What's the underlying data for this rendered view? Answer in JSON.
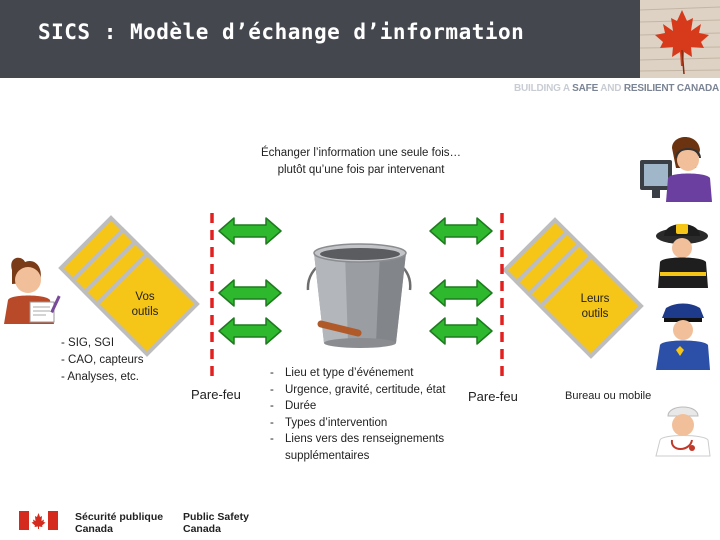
{
  "header": {
    "title": "SICS : Modèle d’échange d’information",
    "tagline_part1": "BUILDING A ",
    "tagline_part2": "SAFE",
    "tagline_part3": " AND ",
    "tagline_part4": "RESILIENT CANADA"
  },
  "caption": {
    "line1": "Échanger l’information une seule fois…",
    "line2": "plutôt qu’une fois par intervenant"
  },
  "left_tools": {
    "label_line1": "Vos",
    "label_line2": "outils",
    "items": [
      "- SIG, SGI",
      "- CAO, capteurs",
      "- Analyses, etc."
    ]
  },
  "right_tools": {
    "label_line1": "Leurs",
    "label_line2": "outils"
  },
  "firewall": {
    "left_label": "Pare-feu",
    "right_label": "Pare-feu"
  },
  "info_items": [
    "Lieu et type d’événement",
    "Urgence, gravité, certitude, état",
    "Durée",
    "Types d’intervention",
    "Liens vers des renseignements supplémentaires"
  ],
  "responders_label": "Bureau ou mobile",
  "footer_logo": {
    "fr_line1": "Sécurité publique",
    "fr_line2": "Canada",
    "en_line1": "Public Safety",
    "en_line2": "Canada"
  },
  "icons": {
    "maple_leaf": "maple-leaf-icon",
    "bucket": "bucket-icon",
    "arrows": "double-arrow-icon",
    "user_left": "person-with-documents-icon",
    "operator": "call-operator-icon",
    "firefighter": "firefighter-icon",
    "police": "police-officer-icon",
    "doctor": "doctor-icon",
    "flag": "canada-flag-icon"
  },
  "colors": {
    "header_bg": "#45474f",
    "diamond_fill": "#f5c518",
    "diamond_edge": "#bdbdbd",
    "arrow_green": "#2eb82e",
    "firewall_red": "#e32020",
    "canada_red": "#d52b1e"
  }
}
